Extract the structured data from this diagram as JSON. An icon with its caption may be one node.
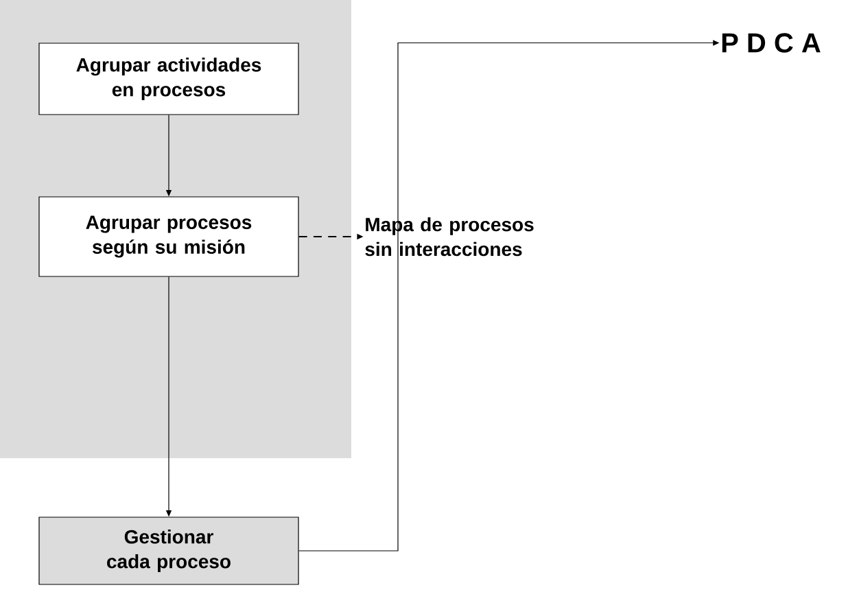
{
  "diagram": {
    "nodes": [
      {
        "text": [],
        "shape": "box"
      },
      {
        "text": [
          "Agrupar actividades en procesos"
        ],
        "in": 0
      },
      {
        "text": [
          "Agrupar procesos según su misión"
        ],
        "in": 0
      },
      {
        "text": [
          "Mapa de procesos sin interacciones"
        ]
      },
      {
        "text": [
          "Gestionar cada proceso"
        ]
      },
      {
        "text": [
          "P D C A"
        ]
      }
    ],
    "edges": [
      {
        "from": 1,
        "to": 2,
        "arrow": "to"
      },
      {
        "from": 2,
        "to": 3,
        "arrow": "to",
        "style": "dashed"
      },
      {
        "from": 2,
        "to": 4,
        "arrow": "to"
      },
      {
        "from": 4,
        "to": 5,
        "arrow": "to"
      }
    ]
  }
}
